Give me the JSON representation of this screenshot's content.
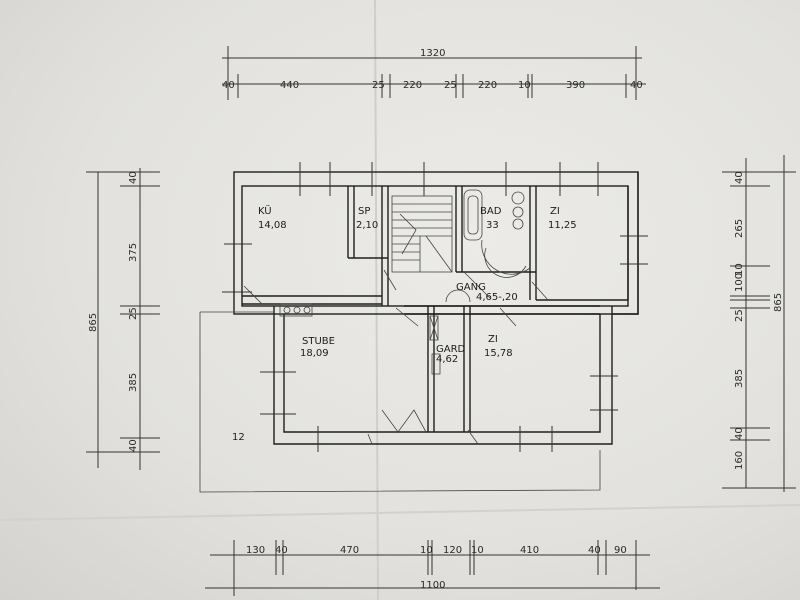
{
  "dimensions": {
    "top_total": "1320",
    "top_segments": [
      "40",
      "440",
      "25",
      "220",
      "25",
      "220",
      "10",
      "390",
      "40"
    ],
    "bottom_total": "1100",
    "bottom_segments": [
      "130",
      "40",
      "470",
      "10",
      "120",
      "10",
      "410",
      "40",
      "90"
    ],
    "left_total": "865",
    "left_segments": [
      "40",
      "375",
      "25",
      "385",
      "40"
    ],
    "right_total": "865",
    "right_segments": [
      "40",
      "265",
      "100",
      "10",
      "25",
      "385",
      "40",
      "160"
    ]
  },
  "rooms": {
    "kueche": {
      "name": "KÜ",
      "area": "14,08"
    },
    "speis": {
      "name": "SP",
      "area": "2,10"
    },
    "bad": {
      "name": "BAD",
      "area": "33"
    },
    "zimmer1": {
      "name": "ZI",
      "area": "11,25"
    },
    "gang": {
      "name": "GANG",
      "area": "4,65-,20"
    },
    "stube": {
      "name": "STUBE",
      "area": "18,09"
    },
    "garderobe": {
      "name": "GARD",
      "area": "4,62"
    },
    "zimmer2": {
      "name": "ZI",
      "area": "15,78"
    }
  },
  "terrace_mark": "12"
}
